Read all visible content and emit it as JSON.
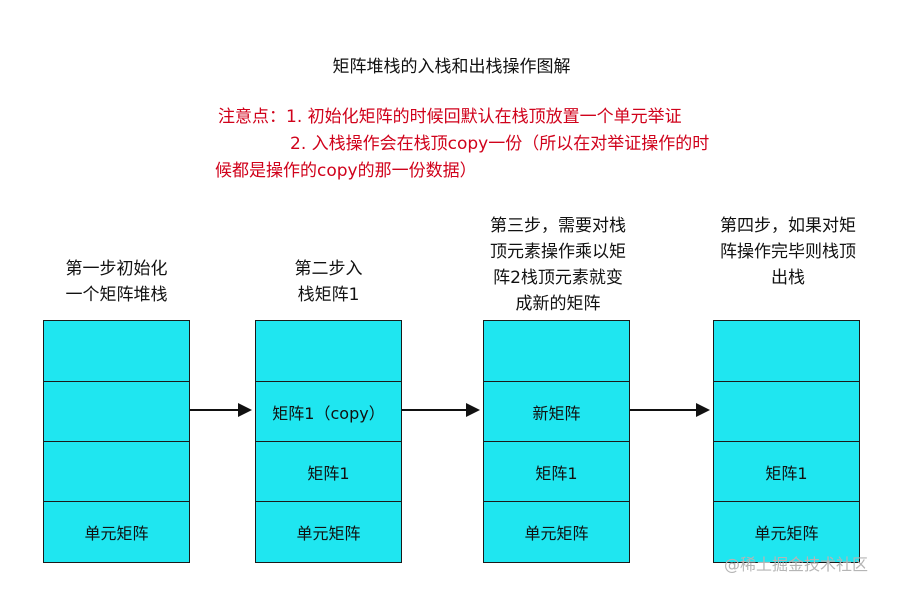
{
  "title": "矩阵堆栈的入栈和出栈操作图解",
  "note": {
    "line1": "注意点：1. 初始化矩阵的时候回默认在栈顶放置一个单元举证",
    "line2": "2. 入栈操作会在栈顶copy一份（所以在对举证操作的时",
    "line3": "候都是操作的copy的那一份数据）"
  },
  "steps": [
    {
      "label_lines": [
        "第一步初始化",
        "一个矩阵堆栈"
      ],
      "cells": [
        "",
        "",
        "",
        "单元矩阵"
      ]
    },
    {
      "label_lines": [
        "第二步入",
        "栈矩阵1"
      ],
      "cells": [
        "",
        "矩阵1（copy）",
        "矩阵1",
        "单元矩阵"
      ]
    },
    {
      "label_lines": [
        "第三步，需要对栈",
        "顶元素操作乘以矩",
        "阵2栈顶元素就变",
        "成新的矩阵"
      ],
      "cells": [
        "",
        "新矩阵",
        "矩阵1",
        "单元矩阵"
      ]
    },
    {
      "label_lines": [
        "第四步，如果对矩",
        "阵操作完毕则栈顶",
        "出栈"
      ],
      "cells": [
        "",
        "",
        "矩阵1",
        "单元矩阵"
      ]
    }
  ],
  "colors": {
    "cell_fill": "#1fe6f0",
    "note_text": "#d0021b",
    "border": "#1a1a1a"
  },
  "watermark": "@稀土掘金技术社区"
}
